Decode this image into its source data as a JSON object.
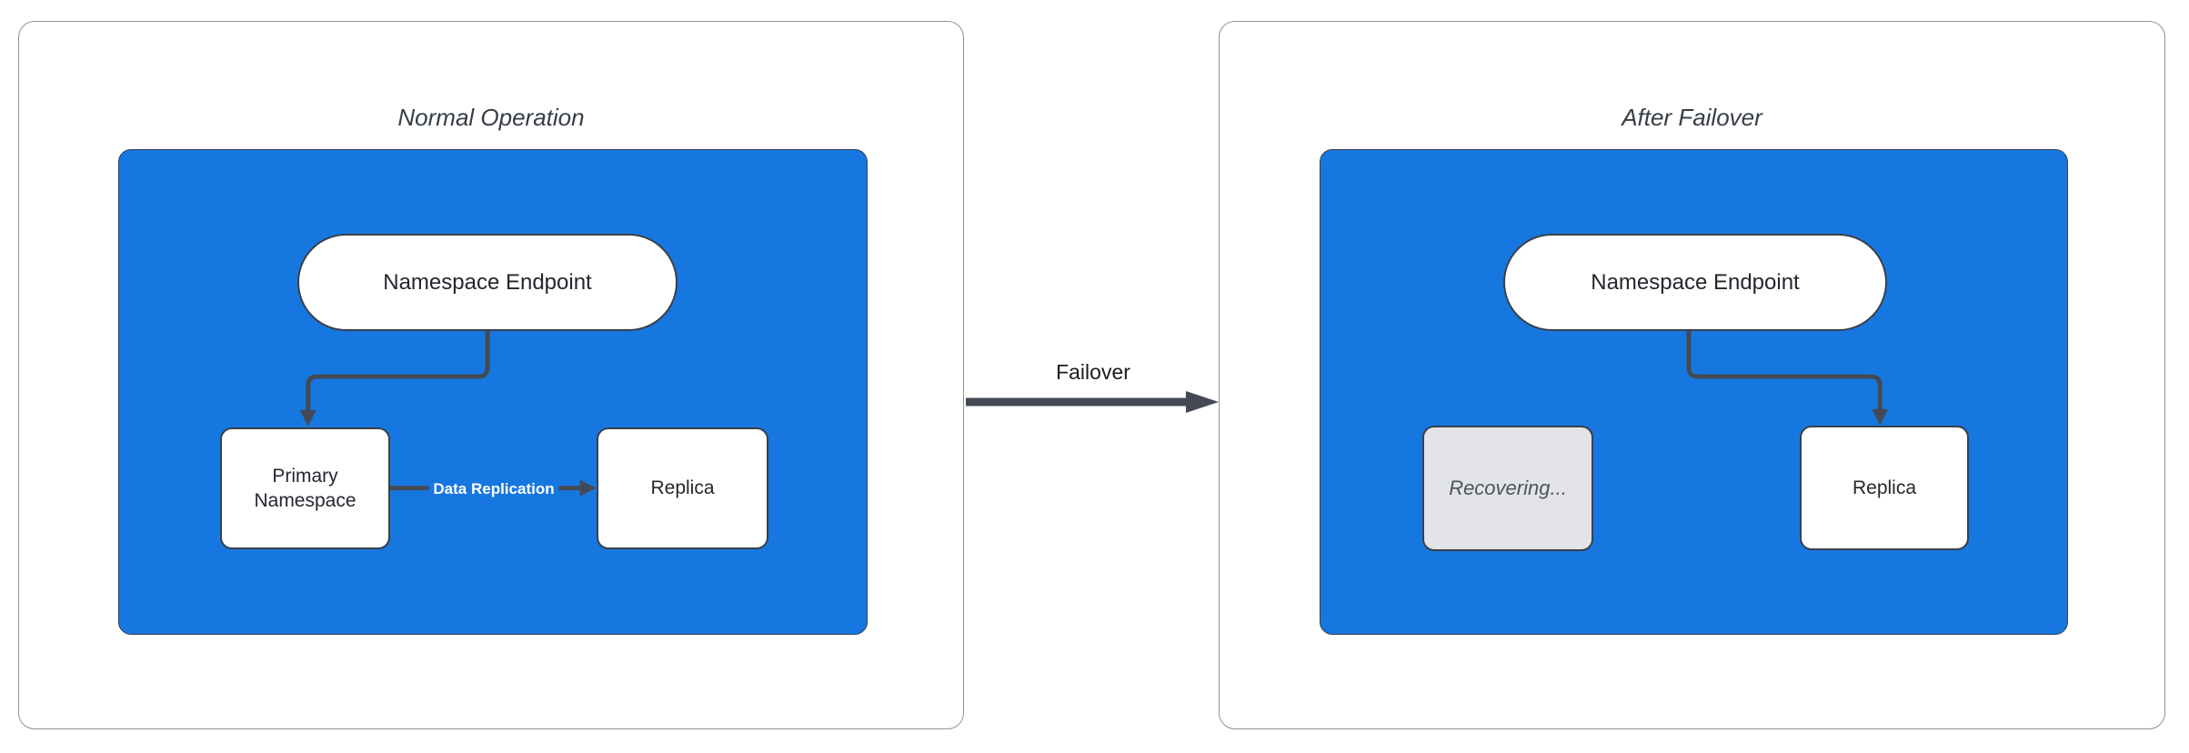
{
  "theme": {
    "canvas_bg": "#ffffff",
    "cluster_blue": "#1777e0",
    "arrow_color": "#434a54",
    "node_border": "#3a4049",
    "panel_border": "#8f9296",
    "node_fill": "#ffffff",
    "node_text": "#23272e",
    "title_text": "#363d47",
    "recovering_fill": "#e3e4e7",
    "recovering_text": "#4e545e",
    "edge_label_text": "#ffffff",
    "failover_label_text": "#191c21"
  },
  "left_panel": {
    "title": "Normal Operation",
    "endpoint": "Namespace Endpoint",
    "primary": "Primary Namespace",
    "replica": "Replica",
    "replication_label": "Data Replication"
  },
  "right_panel": {
    "title": "After Failover",
    "endpoint": "Namespace Endpoint",
    "recovering": "Recovering...",
    "replica": "Replica"
  },
  "transition_label": "Failover"
}
